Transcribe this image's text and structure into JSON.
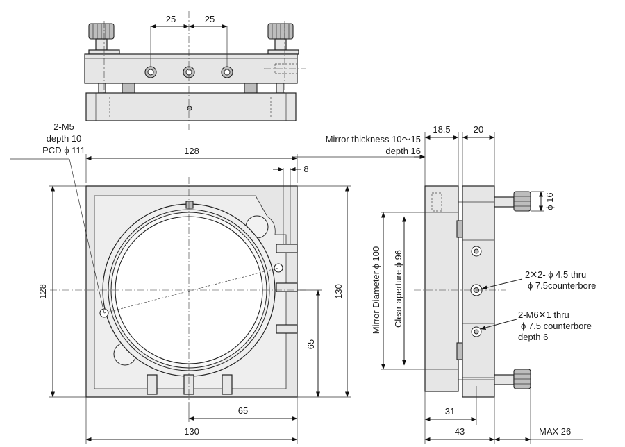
{
  "top_view": {
    "dim_left": "25",
    "dim_right": "25"
  },
  "front_view": {
    "thread_note": [
      "2-M5",
      "depth 10",
      "PCD ϕ 111"
    ],
    "dim_width_top": "128",
    "dim_slot": "8",
    "dim_height_left": "128",
    "dim_height_right": "130",
    "dim_hole_height": "65",
    "dim_hole_width": "65",
    "dim_width_bottom": "130"
  },
  "side_view": {
    "mirror_thickness": "Mirror thickness 10～15",
    "depth": "depth 16",
    "dim_18_5": "18.5",
    "dim_20": "20",
    "dim_knob_dia": "ϕ 16",
    "mirror_diameter": "Mirror Diameter ϕ 100",
    "clear_aperture": "Clear aperture ϕ 96",
    "hole_note_1": [
      "2✕2- ϕ 4.5 thru",
      "ϕ 7.5counterbore"
    ],
    "hole_note_2": [
      "2-M6✕1 thru",
      "ϕ 7.5 counterbore",
      "depth 6"
    ],
    "dim_31": "31",
    "dim_43": "43",
    "dim_max": "MAX 26"
  }
}
